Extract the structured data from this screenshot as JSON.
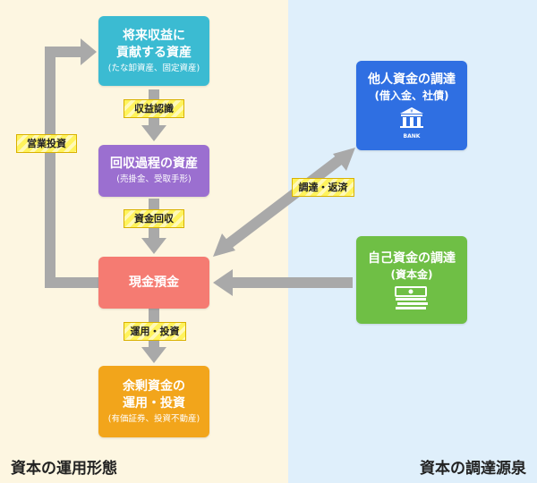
{
  "boxes": {
    "future": {
      "title_line1": "将来収益に",
      "title_line2": "貢献する資産",
      "sub": "(たな卸資産、固定資産)",
      "color": "#3bbbd2"
    },
    "recovery": {
      "title": "回収過程の資産",
      "sub": "(売掛金、受取手形)",
      "color": "#9b6fd0"
    },
    "cash": {
      "title": "現金預金",
      "color": "#f57b72"
    },
    "surplus": {
      "title_line1": "余剰資金の",
      "title_line2": "運用・投資",
      "sub": "(有価証券、投資不動産)",
      "color": "#f2a51b"
    },
    "external": {
      "title": "他人資金の調達",
      "sub": "(借入金、社債)",
      "bank_label": "BANK",
      "color": "#2f6fe2"
    },
    "own": {
      "title": "自己資金の調達",
      "sub": "(資本金)",
      "color": "#6fbf45"
    }
  },
  "labels": {
    "revenue_recognition": "収益認識",
    "fund_recovery": "資金回収",
    "operating_investment": "営業投資",
    "investment": "運用・投資",
    "procure_repay": "調達・返済"
  },
  "footer": {
    "left": "資本の運用形態",
    "right": "資本の調達源泉"
  },
  "colors": {
    "arrow": "#a9a9a9",
    "left_bg": "#fdf6e1",
    "right_bg": "#dfeffb",
    "label_bg": "#fff35c"
  }
}
